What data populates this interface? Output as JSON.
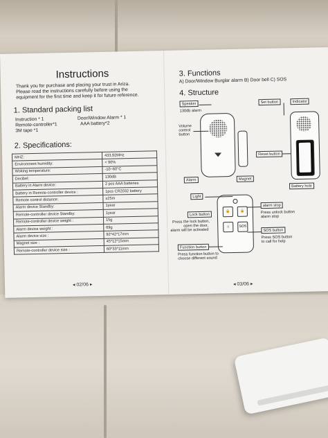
{
  "left_page": {
    "title": "Instructions",
    "intro": [
      "Thank you for purchase and placing your trust in Ariza.",
      "Please read the instructions carefully before using the",
      "equipment for the first time and keep it for future reference."
    ],
    "packing": {
      "heading": "1. Standard packing list",
      "items": [
        "Instruction * 1",
        "Door/Window Alarm * 1",
        "Remote-controller*1",
        "AAA battery*2",
        "3M tape *1"
      ]
    },
    "specs": {
      "heading": "2. Specifications:",
      "rows": [
        {
          "label": "MHZ:",
          "value": "433.92MHz"
        },
        {
          "label": "Environment humidity:",
          "value": "< 90%"
        },
        {
          "label": "Woking temperature:",
          "value": "-10~60°C"
        },
        {
          "label": "Decibel:",
          "value": "130dB"
        },
        {
          "label": "Battery in Alarm device:",
          "value": "2 pcs AAA batteries"
        },
        {
          "label": "Battery in Remote-controller device :",
          "value": "1pcs CR2032 battery"
        },
        {
          "label": "Remote control distance:",
          "value": "≥25m"
        },
        {
          "label": "Alarm device Standby:",
          "value": "1year"
        },
        {
          "label": "Remote-controller device Standby:",
          "value": "1year"
        },
        {
          "label": "Remote-controller device weight :",
          "value": "15g"
        },
        {
          "label": "Alarm device weight :",
          "value": "69g"
        },
        {
          "label": "Alarm device size :",
          "value": "92*42*17mm"
        },
        {
          "label": "Magnet size :",
          "value": "45*12*15mm"
        },
        {
          "label": "Remote-controller device size :",
          "value": "60*33*11mm"
        }
      ]
    },
    "page_number": "02/06"
  },
  "right_page": {
    "functions_heading": "3. Functions",
    "functions_text": "A) Door/Window Burglar alarm B) Door bell C) SOS",
    "structure_heading": "4. Structure",
    "labels": {
      "speaker": "Speaker",
      "speaker_db": "130db alarm",
      "volume_1": "Volume",
      "volume_2": "control",
      "volume_3": "button",
      "set_button": "Set button",
      "indicator": "Indicator",
      "reset_button": "Reset button",
      "alarm": "Alarm",
      "magnet": "Magnet",
      "battery_hole": "Battery hole",
      "light": "Light",
      "lock_button": "Lock button",
      "lock_desc_1": "Press the lock button,",
      "lock_desc_2": "open the door,",
      "lock_desc_3": "alarm will be activated",
      "alarm_stop": "alarm stop",
      "alarm_stop_desc_1": "Press unlock button",
      "alarm_stop_desc_2": "alarm stop",
      "sos_button": "SOS button",
      "sos_desc_1": "Press SOS button",
      "sos_desc_2": "to call for help",
      "function_button": "Function button",
      "function_desc_1": "Press function button to",
      "function_desc_2": "choose different sound",
      "sos_key": "SOS"
    },
    "page_number": "03/06"
  },
  "colors": {
    "paper": "#f2f1ed",
    "ink": "#1d1d1d",
    "sofa": "#d6cfc3"
  }
}
